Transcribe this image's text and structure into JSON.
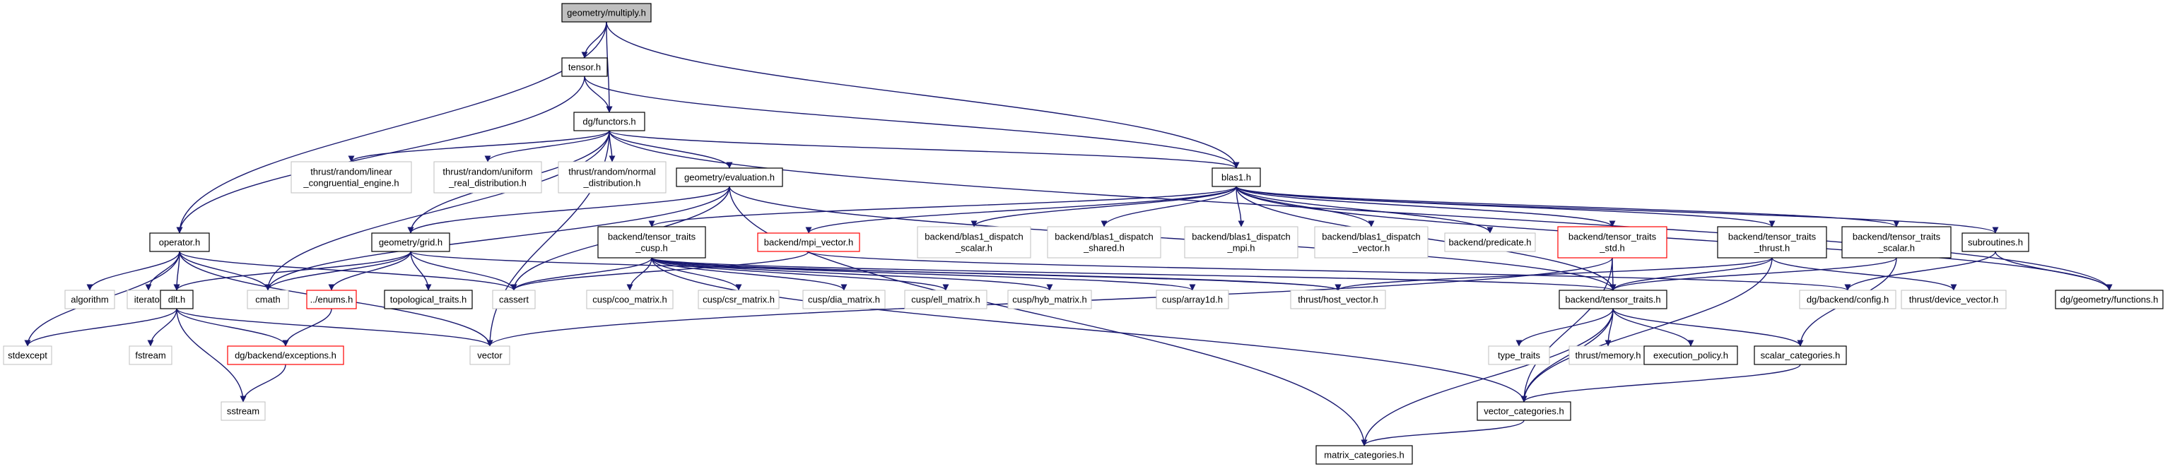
{
  "graph": {
    "colors": {
      "edge": "#191970",
      "border_default": "#000000",
      "border_undocumented": "#bfbfbf",
      "border_truncated": "#ff0000",
      "fill_root": "#bfbfbf",
      "fill_default": "#ffffff"
    },
    "nodes": [
      {
        "id": "multiply",
        "lines": [
          "geometry/multiply.h"
        ],
        "style": "root"
      },
      {
        "id": "tensor",
        "lines": [
          "tensor.h"
        ],
        "style": "default"
      },
      {
        "id": "functors",
        "lines": [
          "dg/functors.h"
        ],
        "style": "default"
      },
      {
        "id": "operator",
        "lines": [
          "operator.h"
        ],
        "style": "default"
      },
      {
        "id": "blas1",
        "lines": [
          "blas1.h"
        ],
        "style": "default"
      },
      {
        "id": "geom_functions",
        "lines": [
          "dg/geometry/functions.h"
        ],
        "style": "default"
      },
      {
        "id": "evaluation",
        "lines": [
          "geometry/evaluation.h"
        ],
        "style": "default"
      },
      {
        "id": "lcg",
        "lines": [
          "thrust/random/linear",
          "_congruential_engine.h"
        ],
        "style": "undocumented"
      },
      {
        "id": "uniform",
        "lines": [
          "thrust/random/uniform",
          "_real_distribution.h"
        ],
        "style": "undocumented"
      },
      {
        "id": "normal",
        "lines": [
          "thrust/random/normal",
          "_distribution.h"
        ],
        "style": "undocumented"
      },
      {
        "id": "cmath",
        "lines": [
          "cmath"
        ],
        "style": "undocumented"
      },
      {
        "id": "vector",
        "lines": [
          "vector"
        ],
        "style": "undocumented"
      },
      {
        "id": "cassert",
        "lines": [
          "cassert"
        ],
        "style": "undocumented"
      },
      {
        "id": "grid",
        "lines": [
          "geometry/grid.h"
        ],
        "style": "default"
      },
      {
        "id": "matrix_cat",
        "lines": [
          "matrix_categories.h"
        ],
        "style": "default"
      },
      {
        "id": "algorithm",
        "lines": [
          "algorithm"
        ],
        "style": "undocumented"
      },
      {
        "id": "iterator",
        "lines": [
          "iterator"
        ],
        "style": "undocumented"
      },
      {
        "id": "stdexcept",
        "lines": [
          "stdexcept"
        ],
        "style": "undocumented"
      },
      {
        "id": "dlt",
        "lines": [
          "dlt.h"
        ],
        "style": "default"
      },
      {
        "id": "fstream",
        "lines": [
          "fstream"
        ],
        "style": "undocumented"
      },
      {
        "id": "sstream",
        "lines": [
          "sstream"
        ],
        "style": "undocumented"
      },
      {
        "id": "exceptions",
        "lines": [
          "dg/backend/exceptions.h"
        ],
        "style": "truncated"
      },
      {
        "id": "enums",
        "lines": [
          "../enums.h"
        ],
        "style": "truncated"
      },
      {
        "id": "topological",
        "lines": [
          "topological_traits.h"
        ],
        "style": "default"
      },
      {
        "id": "tt_cusp",
        "lines": [
          "backend/tensor_traits",
          "_cusp.h"
        ],
        "style": "default"
      },
      {
        "id": "mpi_vector",
        "lines": [
          "backend/mpi_vector.h"
        ],
        "style": "truncated"
      },
      {
        "id": "bd_scalar",
        "lines": [
          "backend/blas1_dispatch",
          "_scalar.h"
        ],
        "style": "undocumented"
      },
      {
        "id": "bd_shared",
        "lines": [
          "backend/blas1_dispatch",
          "_shared.h"
        ],
        "style": "undocumented"
      },
      {
        "id": "bd_mpi",
        "lines": [
          "backend/blas1_dispatch",
          "_mpi.h"
        ],
        "style": "undocumented"
      },
      {
        "id": "bd_vector",
        "lines": [
          "backend/blas1_dispatch",
          "_vector.h"
        ],
        "style": "undocumented"
      },
      {
        "id": "predicate",
        "lines": [
          "backend/predicate.h"
        ],
        "style": "undocumented"
      },
      {
        "id": "tt_std",
        "lines": [
          "backend/tensor_traits",
          "_std.h"
        ],
        "style": "truncated"
      },
      {
        "id": "tt_thrust",
        "lines": [
          "backend/tensor_traits",
          "_thrust.h"
        ],
        "style": "default"
      },
      {
        "id": "tt_scalar",
        "lines": [
          "backend/tensor_traits",
          "_scalar.h"
        ],
        "style": "default"
      },
      {
        "id": "subroutines",
        "lines": [
          "subroutines.h"
        ],
        "style": "default"
      },
      {
        "id": "coo",
        "lines": [
          "cusp/coo_matrix.h"
        ],
        "style": "undocumented"
      },
      {
        "id": "csr",
        "lines": [
          "cusp/csr_matrix.h"
        ],
        "style": "undocumented"
      },
      {
        "id": "dia",
        "lines": [
          "cusp/dia_matrix.h"
        ],
        "style": "undocumented"
      },
      {
        "id": "ell",
        "lines": [
          "cusp/ell_matrix.h"
        ],
        "style": "undocumented"
      },
      {
        "id": "hyb",
        "lines": [
          "cusp/hyb_matrix.h"
        ],
        "style": "undocumented"
      },
      {
        "id": "array1d",
        "lines": [
          "cusp/array1d.h"
        ],
        "style": "undocumented"
      },
      {
        "id": "host_vector",
        "lines": [
          "thrust/host_vector.h"
        ],
        "style": "undocumented"
      },
      {
        "id": "tensor_traits",
        "lines": [
          "backend/tensor_traits.h"
        ],
        "style": "default"
      },
      {
        "id": "config",
        "lines": [
          "dg/backend/config.h"
        ],
        "style": "undocumented"
      },
      {
        "id": "device_vector",
        "lines": [
          "thrust/device_vector.h"
        ],
        "style": "undocumented"
      },
      {
        "id": "type_traits",
        "lines": [
          "type_traits"
        ],
        "style": "undocumented"
      },
      {
        "id": "memory",
        "lines": [
          "thrust/memory.h"
        ],
        "style": "undocumented"
      },
      {
        "id": "exec_policy",
        "lines": [
          "execution_policy.h"
        ],
        "style": "default"
      },
      {
        "id": "scalar_cat",
        "lines": [
          "scalar_categories.h"
        ],
        "style": "default"
      },
      {
        "id": "vector_cat",
        "lines": [
          "vector_categories.h"
        ],
        "style": "default"
      }
    ],
    "edges": [
      [
        "multiply",
        "tensor"
      ],
      [
        "multiply",
        "functors"
      ],
      [
        "multiply",
        "operator"
      ],
      [
        "multiply",
        "blas1"
      ],
      [
        "tensor",
        "functors"
      ],
      [
        "tensor",
        "operator"
      ],
      [
        "tensor",
        "blas1"
      ],
      [
        "functors",
        "lcg"
      ],
      [
        "functors",
        "uniform"
      ],
      [
        "functors",
        "normal"
      ],
      [
        "functors",
        "cmath"
      ],
      [
        "functors",
        "vector"
      ],
      [
        "functors",
        "evaluation"
      ],
      [
        "functors",
        "blas1"
      ],
      [
        "functors",
        "geom_functions"
      ],
      [
        "functors",
        "grid"
      ],
      [
        "evaluation",
        "cassert"
      ],
      [
        "evaluation",
        "cmath"
      ],
      [
        "evaluation",
        "grid"
      ],
      [
        "evaluation",
        "matrix_cat"
      ],
      [
        "evaluation",
        "tensor_traits"
      ],
      [
        "operator",
        "algorithm"
      ],
      [
        "operator",
        "iterator"
      ],
      [
        "operator",
        "stdexcept"
      ],
      [
        "operator",
        "dlt"
      ],
      [
        "operator",
        "cmath"
      ],
      [
        "operator",
        "vector"
      ],
      [
        "operator",
        "cassert"
      ],
      [
        "dlt",
        "stdexcept"
      ],
      [
        "dlt",
        "fstream"
      ],
      [
        "dlt",
        "sstream"
      ],
      [
        "dlt",
        "vector"
      ],
      [
        "dlt",
        "exceptions"
      ],
      [
        "exceptions",
        "sstream"
      ],
      [
        "grid",
        "cmath"
      ],
      [
        "grid",
        "cassert"
      ],
      [
        "grid",
        "dlt"
      ],
      [
        "grid",
        "enums"
      ],
      [
        "grid",
        "topological"
      ],
      [
        "grid",
        "host_vector"
      ],
      [
        "enums",
        "exceptions"
      ],
      [
        "blas1",
        "tt_cusp"
      ],
      [
        "blas1",
        "mpi_vector"
      ],
      [
        "blas1",
        "bd_scalar"
      ],
      [
        "blas1",
        "bd_shared"
      ],
      [
        "blas1",
        "bd_mpi"
      ],
      [
        "blas1",
        "bd_vector"
      ],
      [
        "blas1",
        "predicate"
      ],
      [
        "blas1",
        "tt_std"
      ],
      [
        "blas1",
        "tt_thrust"
      ],
      [
        "blas1",
        "tt_scalar"
      ],
      [
        "blas1",
        "subroutines"
      ],
      [
        "blas1",
        "tensor_traits"
      ],
      [
        "blas1",
        "geom_functions"
      ],
      [
        "tt_cusp",
        "cassert"
      ],
      [
        "tt_cusp",
        "coo"
      ],
      [
        "tt_cusp",
        "csr"
      ],
      [
        "tt_cusp",
        "dia"
      ],
      [
        "tt_cusp",
        "ell"
      ],
      [
        "tt_cusp",
        "hyb"
      ],
      [
        "tt_cusp",
        "array1d"
      ],
      [
        "tt_cusp",
        "host_vector"
      ],
      [
        "tt_cusp",
        "tensor_traits"
      ],
      [
        "tt_cusp",
        "vector_cat"
      ],
      [
        "mpi_vector",
        "cassert"
      ],
      [
        "mpi_vector",
        "config"
      ],
      [
        "tt_std",
        "vector"
      ],
      [
        "tt_std",
        "tensor_traits"
      ],
      [
        "tt_std",
        "vector_cat"
      ],
      [
        "tt_thrust",
        "host_vector"
      ],
      [
        "tt_thrust",
        "device_vector"
      ],
      [
        "tt_thrust",
        "tensor_traits"
      ],
      [
        "tt_thrust",
        "vector_cat"
      ],
      [
        "tt_scalar",
        "tensor_traits"
      ],
      [
        "tt_scalar",
        "scalar_cat"
      ],
      [
        "subroutines",
        "config"
      ],
      [
        "subroutines",
        "geom_functions"
      ],
      [
        "tensor_traits",
        "type_traits"
      ],
      [
        "tensor_traits",
        "memory"
      ],
      [
        "tensor_traits",
        "exec_policy"
      ],
      [
        "tensor_traits",
        "scalar_cat"
      ],
      [
        "tensor_traits",
        "vector_cat"
      ],
      [
        "tensor_traits",
        "matrix_cat"
      ],
      [
        "scalar_cat",
        "vector_cat"
      ],
      [
        "vector_cat",
        "matrix_cat"
      ]
    ]
  }
}
